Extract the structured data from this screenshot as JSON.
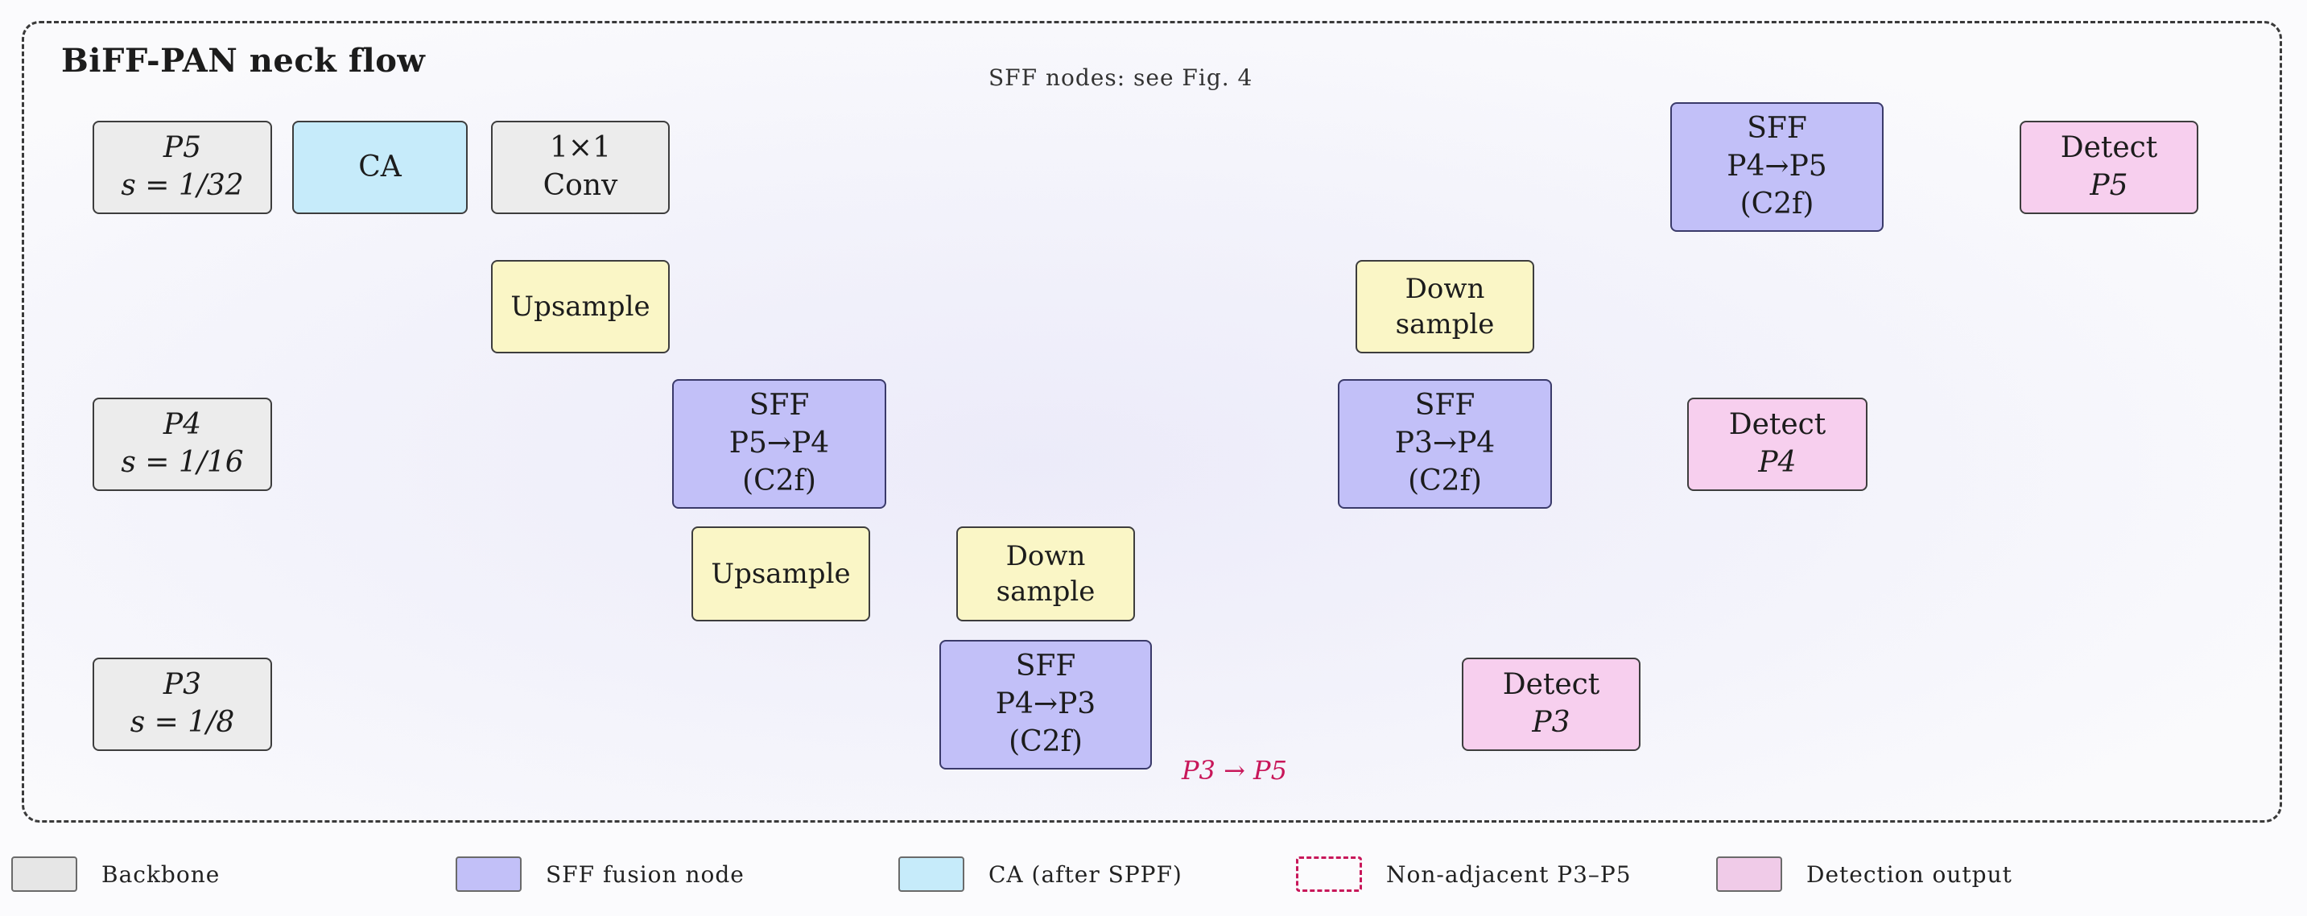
{
  "title": "BiFF-PAN neck flow",
  "note": "SFF nodes: see Fig. 4",
  "backbone": {
    "p5": {
      "label": "P5",
      "scale": "s = 1/32"
    },
    "p4": {
      "label": "P4",
      "scale": "s = 1/16"
    },
    "p3": {
      "label": "P3",
      "scale": "s = 1/8"
    }
  },
  "ca": "CA",
  "conv": {
    "line1": "1×1",
    "line2": "Conv"
  },
  "upsample1": "Upsample",
  "upsample2": "Upsample",
  "downsample1": {
    "line1": "Down",
    "line2": "sample"
  },
  "downsample2": {
    "line1": "Down",
    "line2": "sample"
  },
  "sff": {
    "p5p4": {
      "title": "SFF",
      "flow": "P5→P4",
      "block": "(C2f)"
    },
    "p4p3": {
      "title": "SFF",
      "flow": "P4→P3",
      "block": "(C2f)"
    },
    "p3p4": {
      "title": "SFF",
      "flow": "P3→P4",
      "block": "(C2f)"
    },
    "p4p5": {
      "title": "SFF",
      "flow": "P4→P5",
      "block": "(C2f)"
    }
  },
  "detect": {
    "p5": {
      "label": "Detect",
      "level": "P5"
    },
    "p4": {
      "label": "Detect",
      "level": "P4"
    },
    "p3": {
      "label": "Detect",
      "level": "P3"
    }
  },
  "skip_label": "P3 → P5",
  "legend": [
    {
      "label": "Backbone",
      "color": "#e6e6e6"
    },
    {
      "label": "SFF fusion node",
      "color": "#c2c0f8"
    },
    {
      "label": "CA (after SPPF)",
      "color": "#c6ebfa"
    },
    {
      "label": "Non-adjacent P3–P5",
      "color": "#c8175a"
    },
    {
      "label": "Detection output",
      "color": "#f0cbe8"
    }
  ]
}
